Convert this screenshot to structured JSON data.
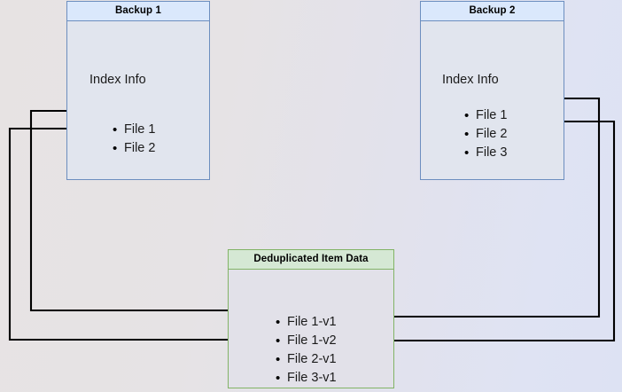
{
  "diagram": {
    "title": "Backup deduplication index diagram",
    "background_colors": [
      "#e7e3e3",
      "#dde2f3"
    ],
    "nodes": [
      {
        "id": "backup1",
        "header": "Backup 1",
        "body_label": "Index Info",
        "items": [
          "File 1",
          "File 2"
        ],
        "border_color": "#6c8ebf",
        "header_fill": "#dae8fc"
      },
      {
        "id": "backup2",
        "header": "Backup 2",
        "body_label": "Index Info",
        "items": [
          "File 1",
          "File 2",
          "File 3"
        ],
        "border_color": "#6c8ebf",
        "header_fill": "#dae8fc"
      },
      {
        "id": "dedup",
        "header": "Deduplicated Item Data",
        "body_label": "",
        "items": [
          "File 1-v1",
          "File 1-v2",
          "File 2-v1",
          "File 3-v1"
        ],
        "border_color": "#82b366",
        "header_fill": "#d5e8d4"
      }
    ],
    "edges": [
      {
        "id": "edge-b1-file1",
        "from": "Backup 1 / File 1",
        "to": "File 1-v1",
        "color": "#000000"
      },
      {
        "id": "edge-b1-file2",
        "from": "Backup 1 / File 2",
        "to": "File 2-v1",
        "color": "#000000"
      },
      {
        "id": "edge-b2-file1",
        "from": "Backup 2 / File 1",
        "to": "File 1-v2",
        "color": "#000000"
      },
      {
        "id": "edge-b2-file2",
        "from": "Backup 2 / File 2",
        "to": "File 2-v1",
        "color": "#000000"
      }
    ]
  }
}
